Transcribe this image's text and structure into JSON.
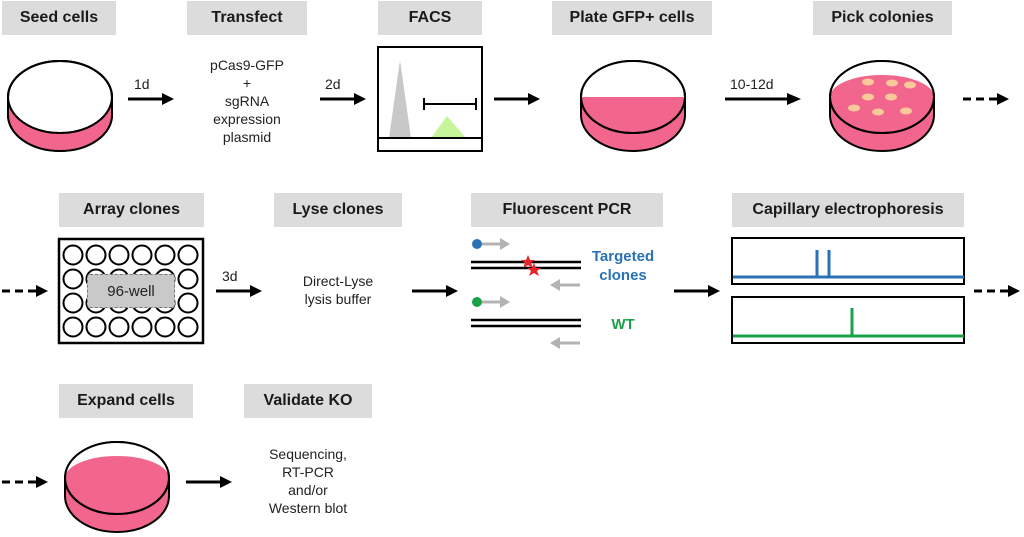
{
  "steps": [
    {
      "title": "Seed cells"
    },
    {
      "title": "Transfect",
      "description": [
        "pCas9-GFP",
        "+",
        "sgRNA",
        "expression",
        "plasmid"
      ]
    },
    {
      "title": "FACS"
    },
    {
      "title": "Plate GFP+ cells"
    },
    {
      "title": "Pick colonies"
    },
    {
      "title": "Array clones",
      "plate_label": "96-well"
    },
    {
      "title": "Lyse clones",
      "description": [
        "Direct-Lyse",
        "lysis buffer"
      ]
    },
    {
      "title": "Fluorescent PCR",
      "targeted_label": [
        "Targeted",
        "clones"
      ],
      "wt_label": "WT"
    },
    {
      "title": "Capillary electrophoresis"
    },
    {
      "title": "Expand cells"
    },
    {
      "title": "Validate KO",
      "description": [
        "Sequencing,",
        "RT-PCR",
        "and/or",
        "Western blot"
      ]
    }
  ],
  "durations": {
    "seed_to_transfect": "1d",
    "transfect_to_facs": "2d",
    "plate_to_pick": "10-12d",
    "array_to_lyse": "3d"
  },
  "colors": {
    "dish_fill": "#f2658c",
    "colony": "#f9c89b",
    "label_bg": "#dcdcdc",
    "targeted_blue": "#2a72b5",
    "wt_green": "#1aa24a",
    "gfp_peak": "#c6f59a",
    "neg_peak": "#c8c8c8",
    "mutation_star": "#e8222a",
    "primer_arrow": "#b3b3b3"
  }
}
